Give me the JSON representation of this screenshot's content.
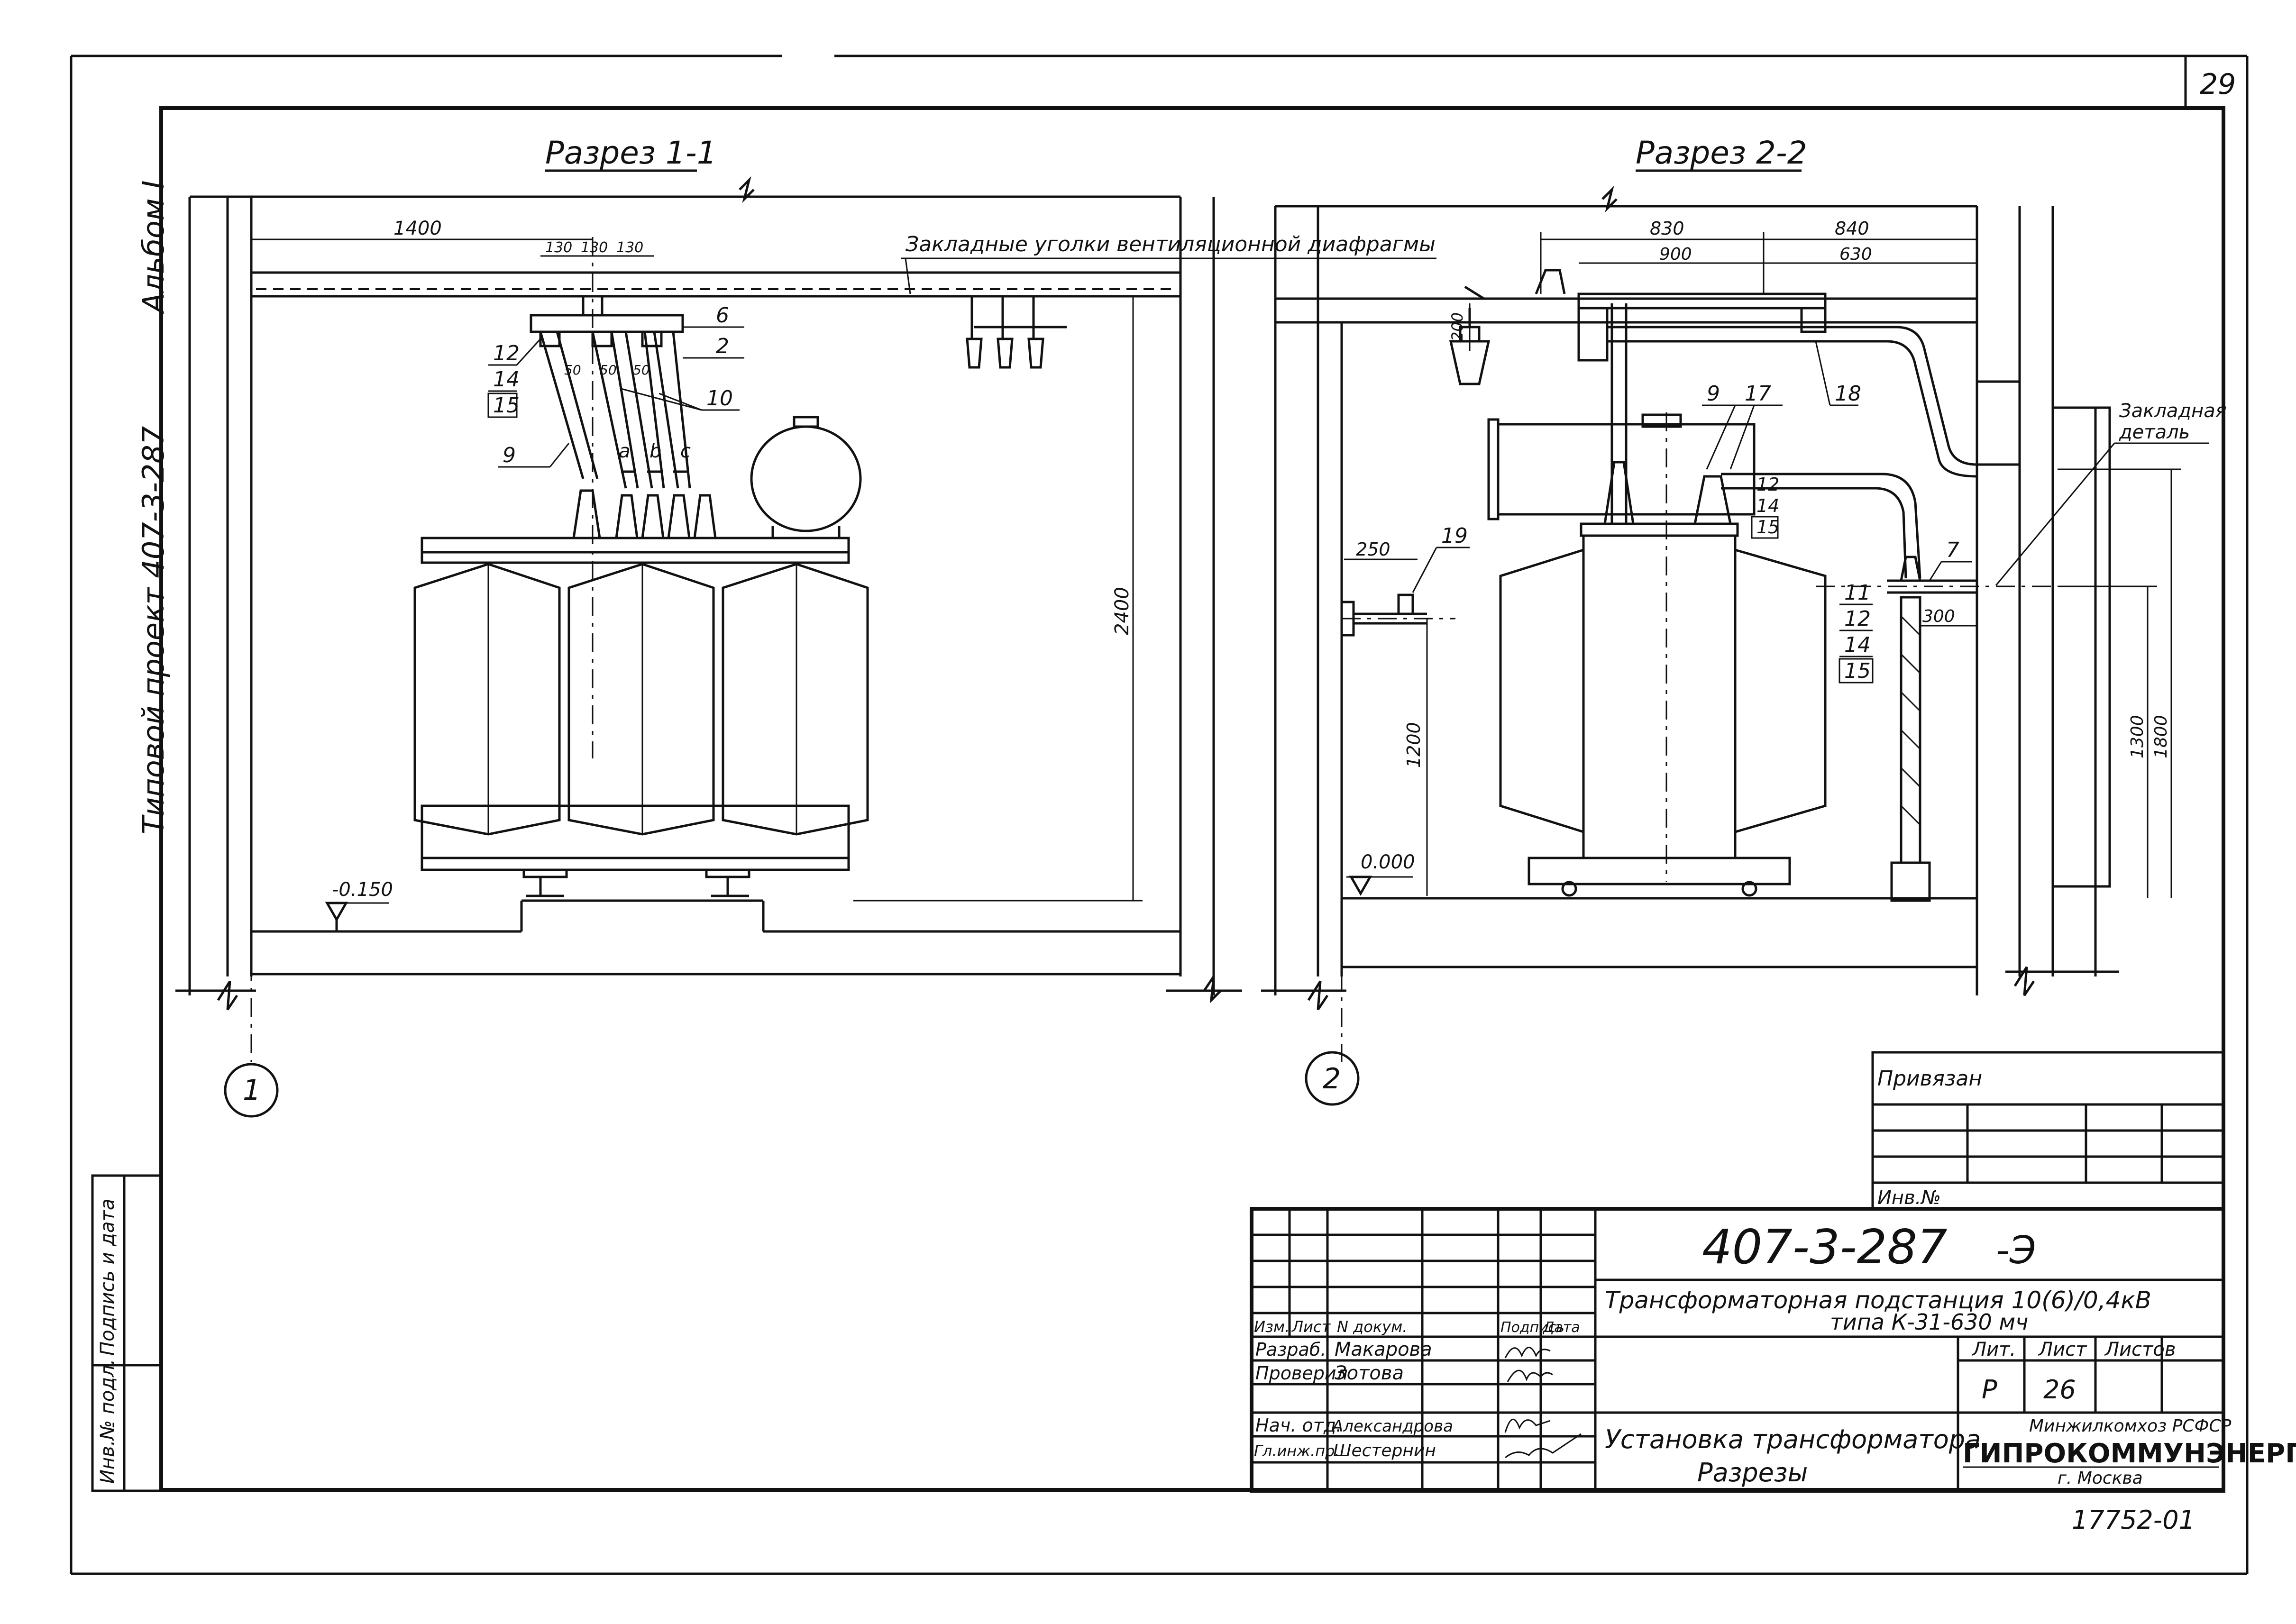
{
  "sheet_number": "29",
  "album_label": "Альбом I",
  "project_label": "Типовой проект 407-3-287",
  "section_1": {
    "title": "Разрез 1-1",
    "axis_marker": "1",
    "level_mark": "-0.150",
    "dim_left": "1400",
    "dim_spacings": [
      "130",
      "130",
      "130"
    ],
    "dim_small": [
      "50",
      "50",
      "50"
    ],
    "dim_height": "2400",
    "phase_labels": [
      "a",
      "b",
      "c"
    ],
    "callouts": [
      "12",
      "14",
      "15",
      "9",
      "10",
      "6",
      "2"
    ],
    "embedded_note": "Закладные уголки вентиляционной диафрагмы"
  },
  "section_2": {
    "title": "Разрез 2-2",
    "axis_marker": "2",
    "level_mark": "0.000",
    "dims_top": [
      "830",
      "840",
      "900",
      "630"
    ],
    "dim_200": "200",
    "dim_250": "250",
    "dim_300": "300",
    "dim_1200": "1200",
    "dim_1300": "1300",
    "dim_1800": "1800",
    "callouts": [
      "9",
      "17",
      "18",
      "19",
      "12",
      "14",
      "15",
      "11",
      "12",
      "14",
      "15",
      "7"
    ],
    "embedded_part_note": [
      "Закладная",
      "деталь"
    ]
  },
  "binding_block": {
    "title": "Привязан",
    "inv_label": "Инв.№"
  },
  "left_stamp": {
    "labels": [
      "Инв.№ подл.",
      "Подпись и дата"
    ]
  },
  "title_block": {
    "code": "407-3-287",
    "code_suffix": "-Э",
    "subject_line1": "Трансформаторная подстанция 10(6)/0,4кВ",
    "subject_line2": "типа К-31-630 мч",
    "header_cols": [
      "Изм.",
      "Лист",
      "N докум.",
      "Подпись",
      "Дата"
    ],
    "roles": [
      {
        "role": "Разраб.",
        "name": "Макарова"
      },
      {
        "role": "Проверил",
        "name": "Зотова"
      },
      {
        "role": "Нач. отд.",
        "name": "Александрова"
      },
      {
        "role": "Гл.инж.пр.",
        "name": "Шестернин"
      }
    ],
    "lit_label": "Лит.",
    "sheet_label": "Лист",
    "sheets_label": "Листов",
    "lit_value": "Р",
    "sheet_value": "26",
    "sheet_title_line1": "Установка трансформатора.",
    "sheet_title_line2": "Разрезы",
    "org_ministry": "Минжилкомхоз РСФСР",
    "org_name": "ГИПРОКОММУНЭНЕРГО",
    "org_city": "г. Москва",
    "archive_number": "17752-01"
  }
}
